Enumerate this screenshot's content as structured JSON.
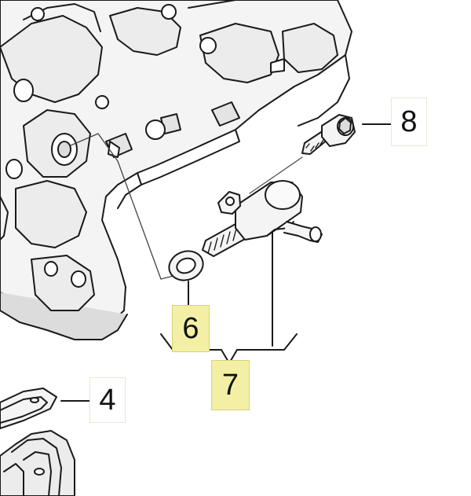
{
  "diagram": {
    "callouts": [
      {
        "id": "8",
        "label": "8",
        "highlighted": false
      },
      {
        "id": "6",
        "label": "6",
        "highlighted": true
      },
      {
        "id": "7",
        "label": "7",
        "highlighted": true
      },
      {
        "id": "4",
        "label": "4",
        "highlighted": false
      }
    ],
    "colors": {
      "line": "#1a1a1a",
      "part_fill": "#f4f4f4",
      "shade": "#dcdcdc",
      "highlight": "#f3f0a6"
    }
  }
}
